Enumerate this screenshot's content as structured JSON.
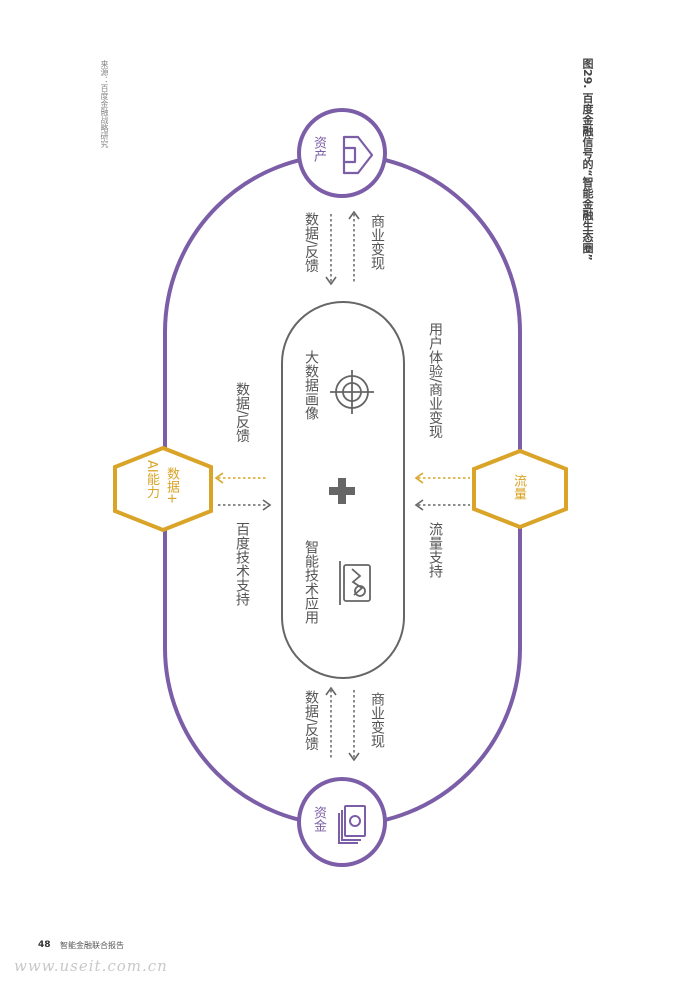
{
  "figure": {
    "title": "图29. 百度金融信号的“智能金融生态圈”",
    "source": "来源：百度金融战略研究"
  },
  "nodes": {
    "assets": "资产",
    "funds": "资金",
    "traffic": "流量",
    "data_ai_line1": "数据+",
    "data_ai_line2": "AI能力"
  },
  "core": {
    "big_data": "大数据画像",
    "smart_tech": "智能技术应用"
  },
  "flows": {
    "top_right": "商业变现",
    "top_left": "数据/反馈",
    "bottom_right": "商业变现",
    "bottom_left": "数据/反馈",
    "right_upper": "用户体验/商业变现",
    "right_lower": "流量支持",
    "left_upper": "数据/反馈",
    "left_lower": "百度技术支持"
  },
  "colors": {
    "purple": "#7b5ea7",
    "gold": "#d9a427",
    "gray": "#666666",
    "text": "#555555"
  },
  "footer": {
    "page_number": "48",
    "report_title": "智能金融联合报告",
    "watermark": "www.useit.com.cn"
  }
}
